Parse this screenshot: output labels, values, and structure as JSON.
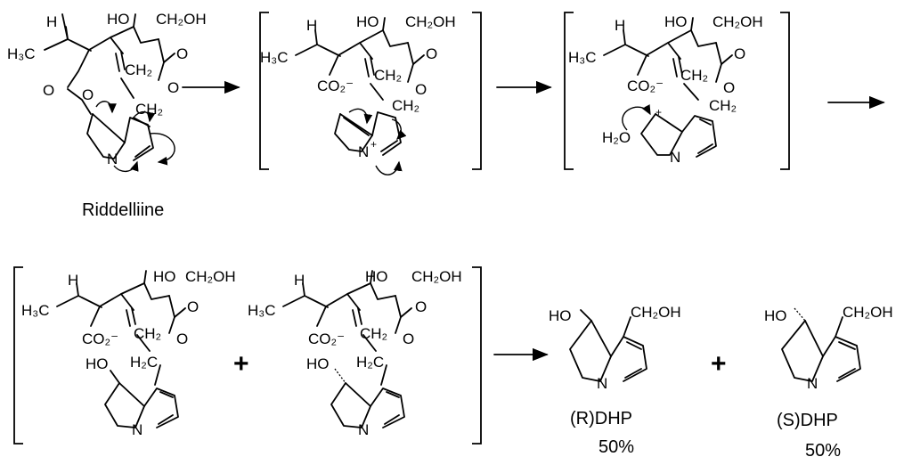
{
  "labels": {
    "riddelliine": "Riddelliine",
    "r_dhp": "(R)DHP",
    "s_dhp": "(S)DHP",
    "r_pct": "50%",
    "s_pct": "50%",
    "plus": "+"
  },
  "atoms": {
    "HO": "HO",
    "CH2OH": "CH₂OH",
    "H3C": "H₃C",
    "H": "H",
    "O": "O",
    "N": "N",
    "CH2": "CH₂",
    "H2C": "H₂C",
    "CO2": "CO₂⁻",
    "H2O": "H₂O",
    "plus_charge": "+"
  }
}
